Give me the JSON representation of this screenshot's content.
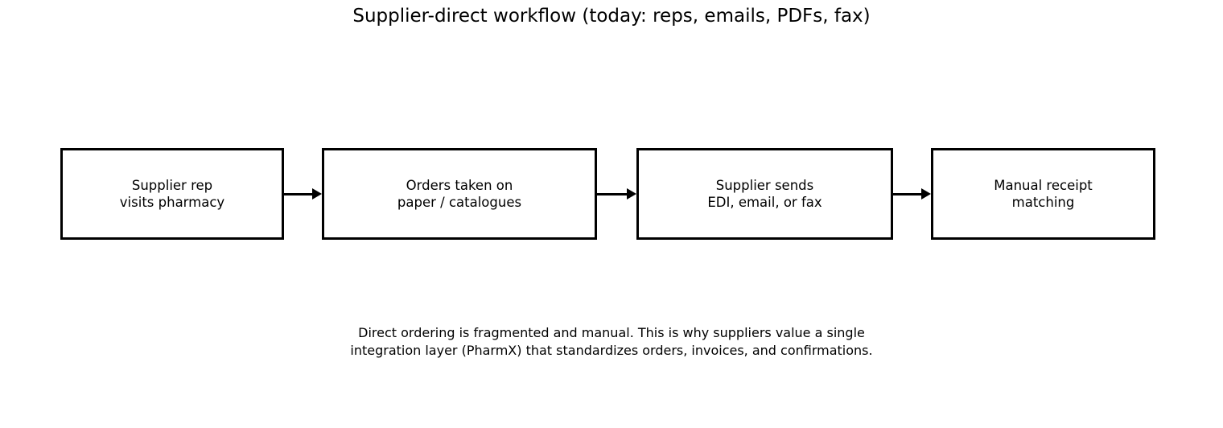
{
  "diagram": {
    "title": "Supplier-direct workflow (today: reps, emails, PDFs, fax)",
    "nodes": [
      {
        "label": "Supplier rep\nvisits pharmacy"
      },
      {
        "label": "Orders taken on\npaper / catalogues"
      },
      {
        "label": "Supplier sends\nEDI, email, or fax"
      },
      {
        "label": "Manual receipt\nmatching"
      }
    ],
    "connectors": [
      {
        "from": "Supplier rep visits pharmacy",
        "to": "Orders taken on paper / catalogues",
        "style": "arrow-right"
      },
      {
        "from": "Orders taken on paper / catalogues",
        "to": "Supplier sends EDI, email, or fax",
        "style": "arrow-right"
      },
      {
        "from": "Supplier sends EDI, email, or fax",
        "to": "Manual receipt matching",
        "style": "arrow-right"
      }
    ],
    "caption": "Direct ordering is fragmented and manual. This is why suppliers value a single\nintegration layer (PharmX) that standardizes orders, invoices, and confirmations.",
    "colors": {
      "background": "#ffffff",
      "stroke": "#000000",
      "text": "#000000"
    }
  }
}
